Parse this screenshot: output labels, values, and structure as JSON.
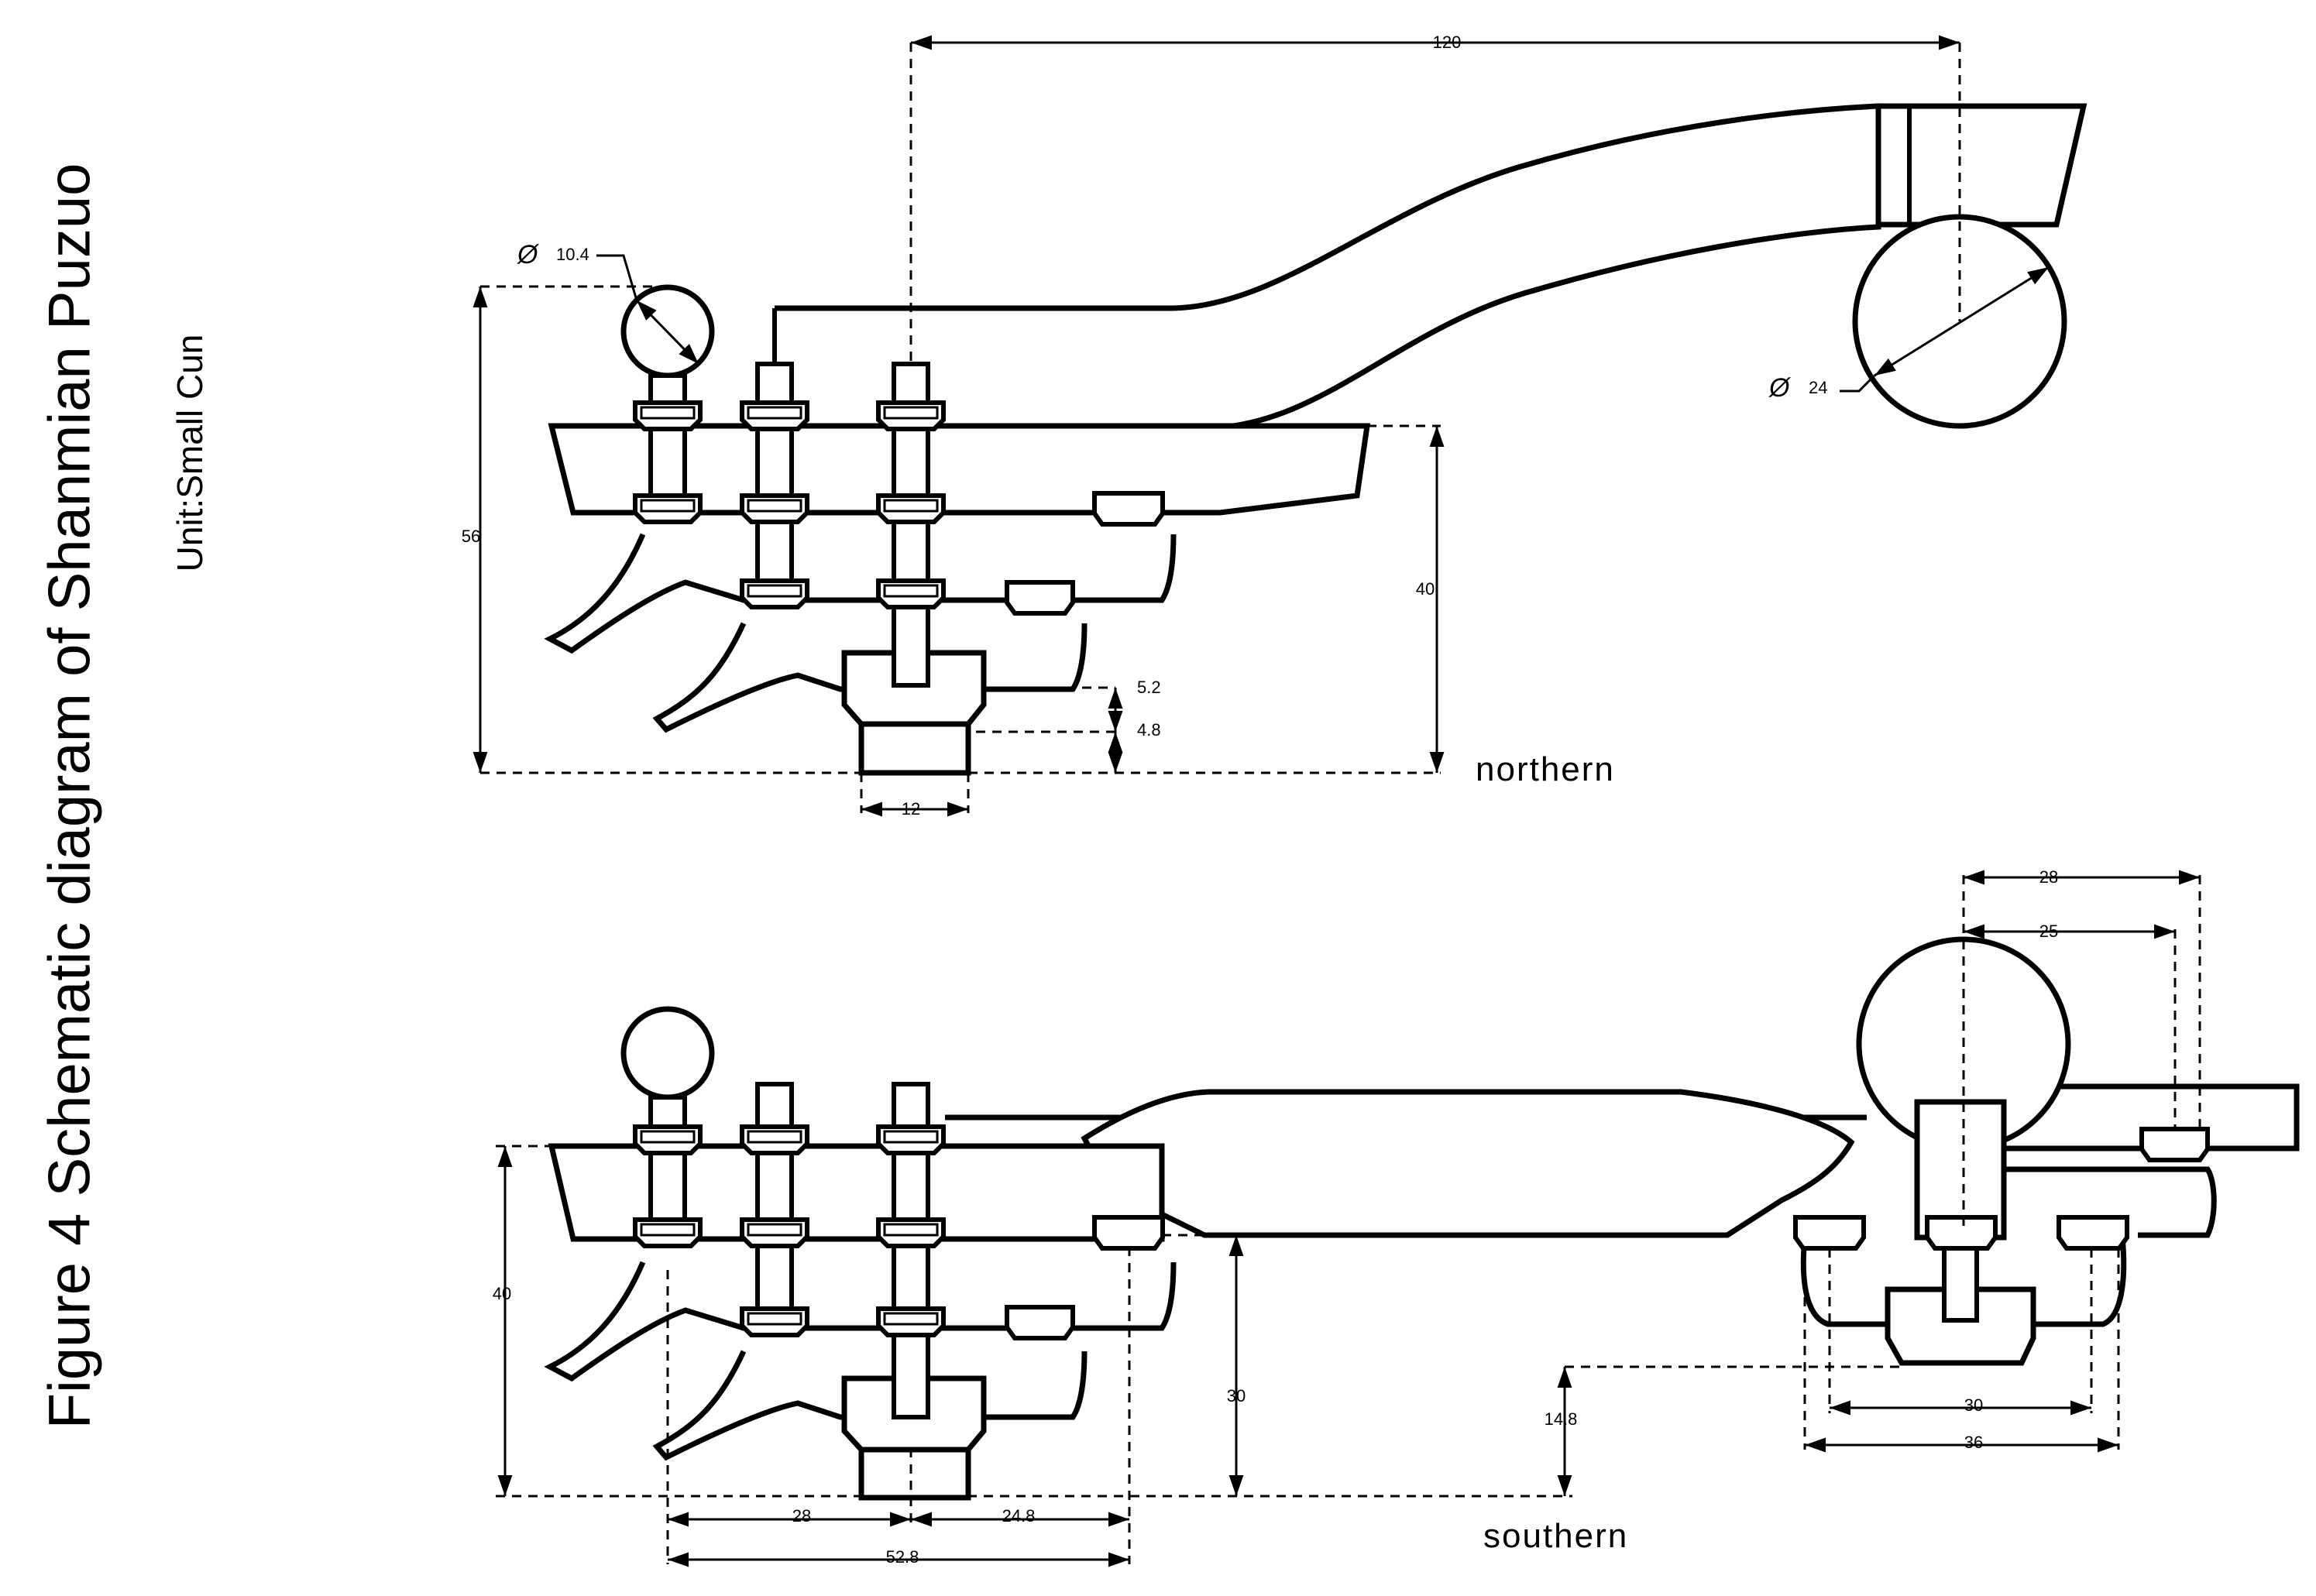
{
  "figure": {
    "title": "Figure 4 Schematic diagram of Shanmian Puzuo",
    "unit": "Unit:Small Cun"
  },
  "northern": {
    "label": "northern",
    "dims": {
      "span": "120",
      "height": "56",
      "lintel_to_base": "40",
      "dou_top": "5.2",
      "dou_base": "4.8",
      "dou_width": "12",
      "dia_small": "10.4",
      "dia_large": "24",
      "phi": "Ø"
    }
  },
  "southern": {
    "label": "southern",
    "dims": {
      "height": "40",
      "mid_height": "30",
      "right_height": "14.8",
      "left_28": "28",
      "left_24_8": "24.8",
      "left_total": "52.8",
      "right_28": "28",
      "right_25": "25",
      "right_30": "30",
      "right_36": "36"
    }
  },
  "colors": {
    "ink": "#000000",
    "paper": "#ffffff"
  }
}
